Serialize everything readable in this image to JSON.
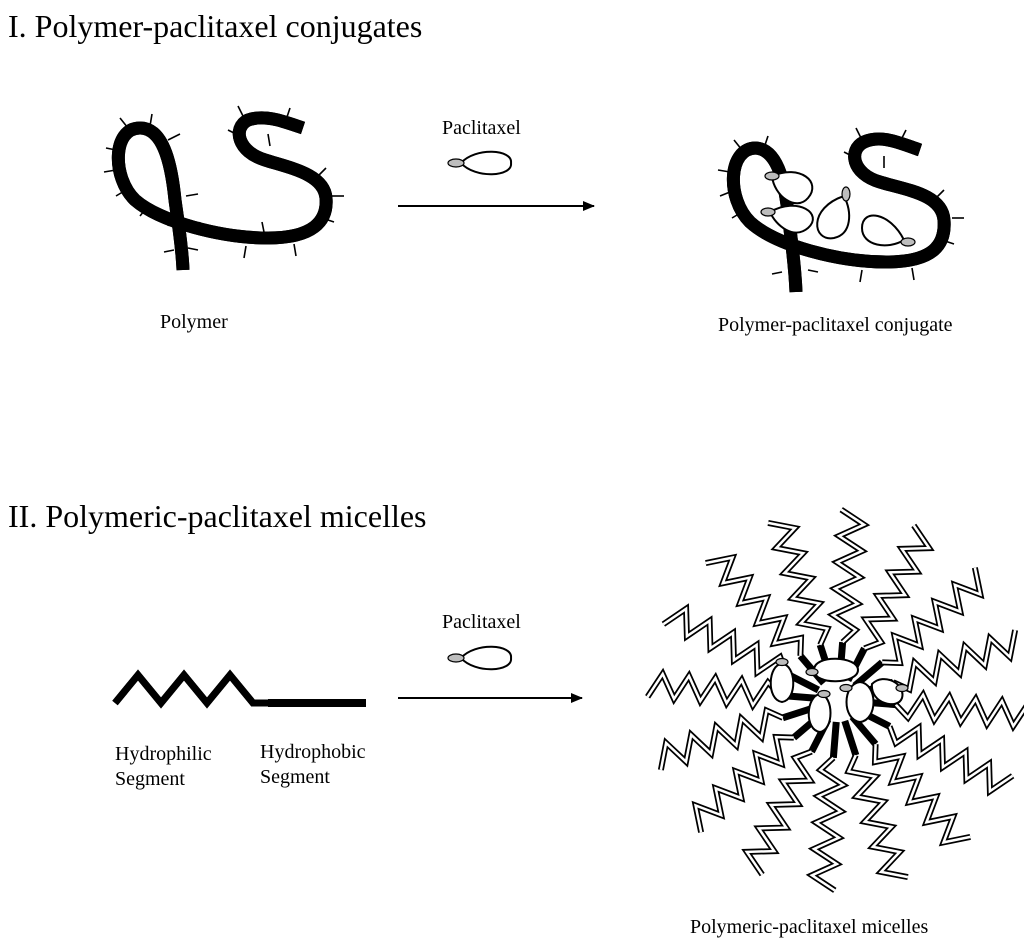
{
  "section1": {
    "title": "I.  Polymer-paclitaxel conjugates",
    "reagent_label": "Paclitaxel",
    "polymer_label": "Polymer",
    "product_label": "Polymer-paclitaxel conjugate"
  },
  "section2": {
    "title": "II.  Polymeric-paclitaxel micelles",
    "reagent_label": "Paclitaxel",
    "hydrophilic_label": [
      "Hydrophilic",
      "Segment"
    ],
    "hydrophobic_label": [
      "Hydrophobic",
      "Segment"
    ],
    "product_label": "Polymeric-paclitaxel micelles"
  },
  "colors": {
    "ink": "#000000",
    "drug_shade": "#bdbdbd",
    "background": "#ffffff"
  },
  "icons": [
    "paclitaxel-drug-icon",
    "arrow-right-icon"
  ]
}
